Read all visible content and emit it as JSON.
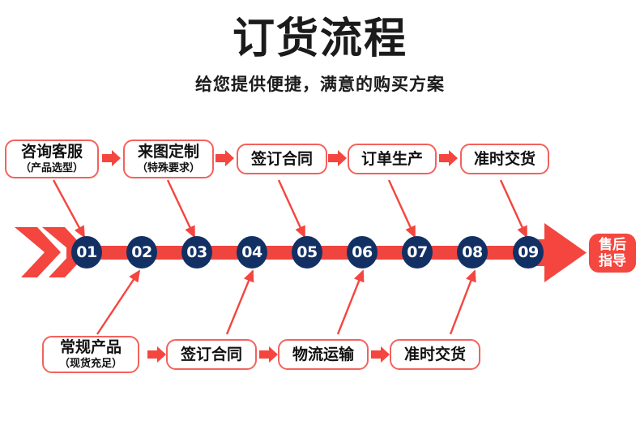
{
  "header": {
    "title": "订货流程",
    "subtitle": "给您提供便捷，满意的购买方案"
  },
  "colors": {
    "bar_red": "#f0453f",
    "box_border_red": "#f4615c",
    "badge_red": "#f4473f",
    "circle_navy": "#123064",
    "text_black": "#111111",
    "background": "#ffffff"
  },
  "timeline": {
    "steps": [
      {
        "number": "01"
      },
      {
        "number": "02"
      },
      {
        "number": "03"
      },
      {
        "number": "04"
      },
      {
        "number": "05"
      },
      {
        "number": "06"
      },
      {
        "number": "07"
      },
      {
        "number": "08"
      },
      {
        "number": "09"
      }
    ],
    "end_badge": {
      "line1": "售后",
      "line2": "指导"
    }
  },
  "top_row": {
    "boxes": [
      {
        "line1": "咨询客服",
        "line2": "（产品选型）",
        "target": "01"
      },
      {
        "line1": "来图定制",
        "line2": "（特殊要求）",
        "target": "03"
      },
      {
        "line1": "签订合同",
        "line2": "",
        "target": "05"
      },
      {
        "line1": "订单生产",
        "line2": "",
        "target": "07"
      },
      {
        "line1": "准时交货",
        "line2": "",
        "target": "09"
      }
    ]
  },
  "bottom_row": {
    "boxes": [
      {
        "line1": "常规产品",
        "line2": "（现货充足）",
        "target": "02"
      },
      {
        "line1": "签订合同",
        "line2": "",
        "target": "04"
      },
      {
        "line1": "物流运输",
        "line2": "",
        "target": "06"
      },
      {
        "line1": "准时交货",
        "line2": "",
        "target": "08"
      }
    ]
  }
}
